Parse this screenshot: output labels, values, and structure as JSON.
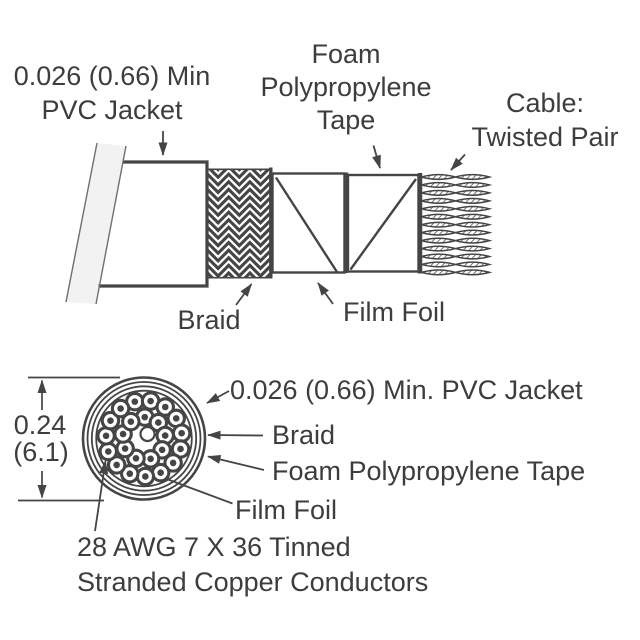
{
  "colors": {
    "line": "#454545",
    "text": "#3d3d3d",
    "peel_fill": "#f2f2f2",
    "background": "#ffffff"
  },
  "cutaway": {
    "jacket_label": {
      "line1": "0.026 (0.66) Min",
      "line2": "PVC Jacket"
    },
    "tape_label": {
      "line1": "Foam",
      "line2": "Polypropylene",
      "line3": "Tape"
    },
    "cable_label": {
      "line1": "Cable:",
      "line2": "Twisted Pair"
    },
    "braid_label": "Braid",
    "film_foil_label": "Film Foil"
  },
  "cross_section": {
    "jacket_label": "0.026 (0.66) Min. PVC Jacket",
    "braid_label": "Braid",
    "tape_label": "Foam Polypropylene Tape",
    "film_foil_label": "Film Foil",
    "conductor_label": {
      "line1": "28 AWG 7 X 36 Tinned",
      "line2": "Stranded Copper Conductors"
    },
    "diameter": {
      "inches": "0.24",
      "millimeters": "(6.1)"
    },
    "conductors": {
      "outer_ring": 15,
      "inner_ring": 9,
      "filler": 1
    },
    "layer_circles": 4,
    "twisted_strand_rows": 13
  }
}
